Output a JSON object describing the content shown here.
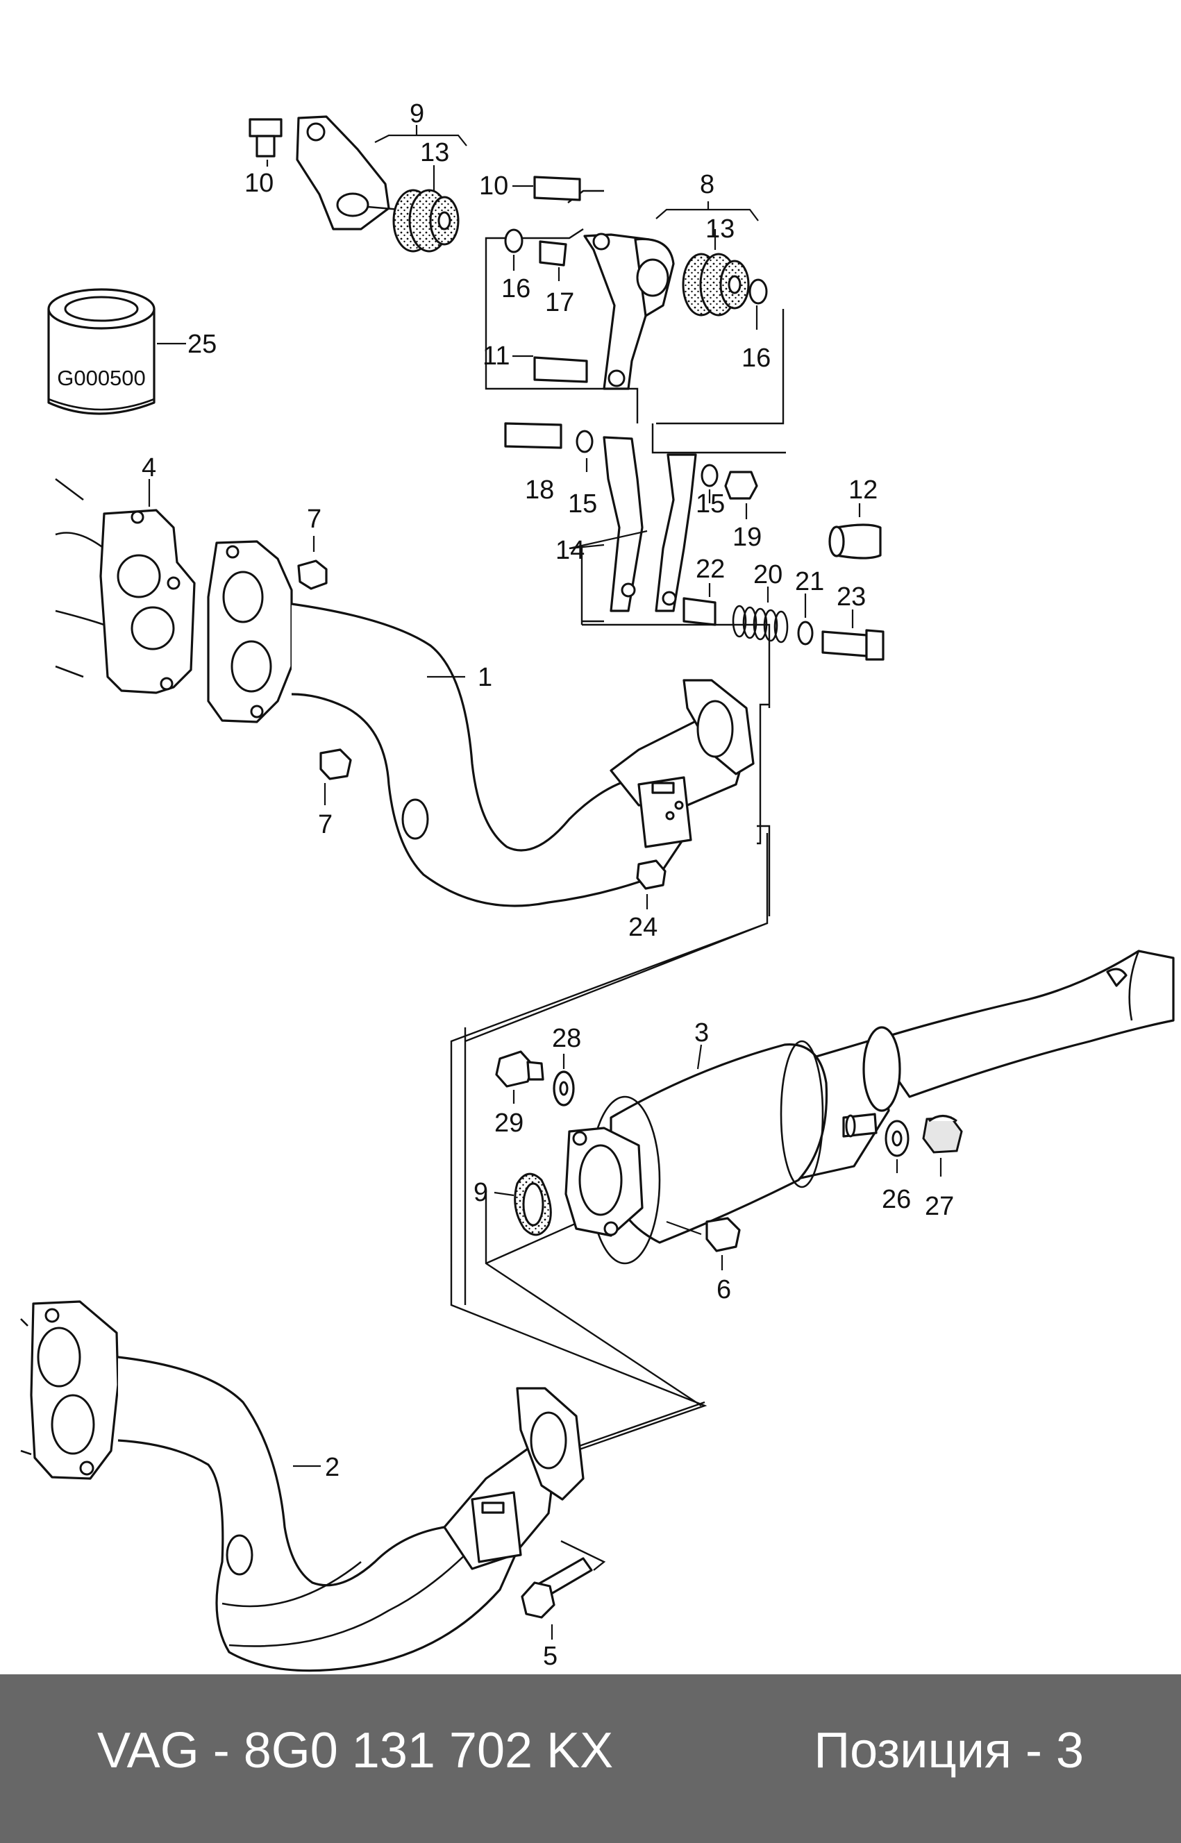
{
  "callouts": {
    "c1": "1",
    "c2": "2",
    "c3": "3",
    "c4": "4",
    "c5": "5",
    "c6": "6",
    "c7a": "7",
    "c7b": "7",
    "c8": "8",
    "c9a": "9",
    "c9b": "9",
    "c10a": "10",
    "c10b": "10",
    "c11": "11",
    "c12": "12",
    "c13a": "13",
    "c13b": "13",
    "c14": "14",
    "c15a": "15",
    "c15b": "15",
    "c16a": "16",
    "c16b": "16",
    "c17": "17",
    "c18": "18",
    "c19": "19",
    "c20": "20",
    "c21": "21",
    "c22": "22",
    "c23": "23",
    "c24": "24",
    "c25": "25",
    "c26": "26",
    "c27": "27",
    "c28": "28",
    "c29": "29"
  },
  "can_label": "G000500",
  "footer": {
    "part_number": "VAG - 8G0 131 702 KX",
    "position": "Позиция - 3",
    "background": "#676767",
    "text_color": "#ffffff"
  }
}
